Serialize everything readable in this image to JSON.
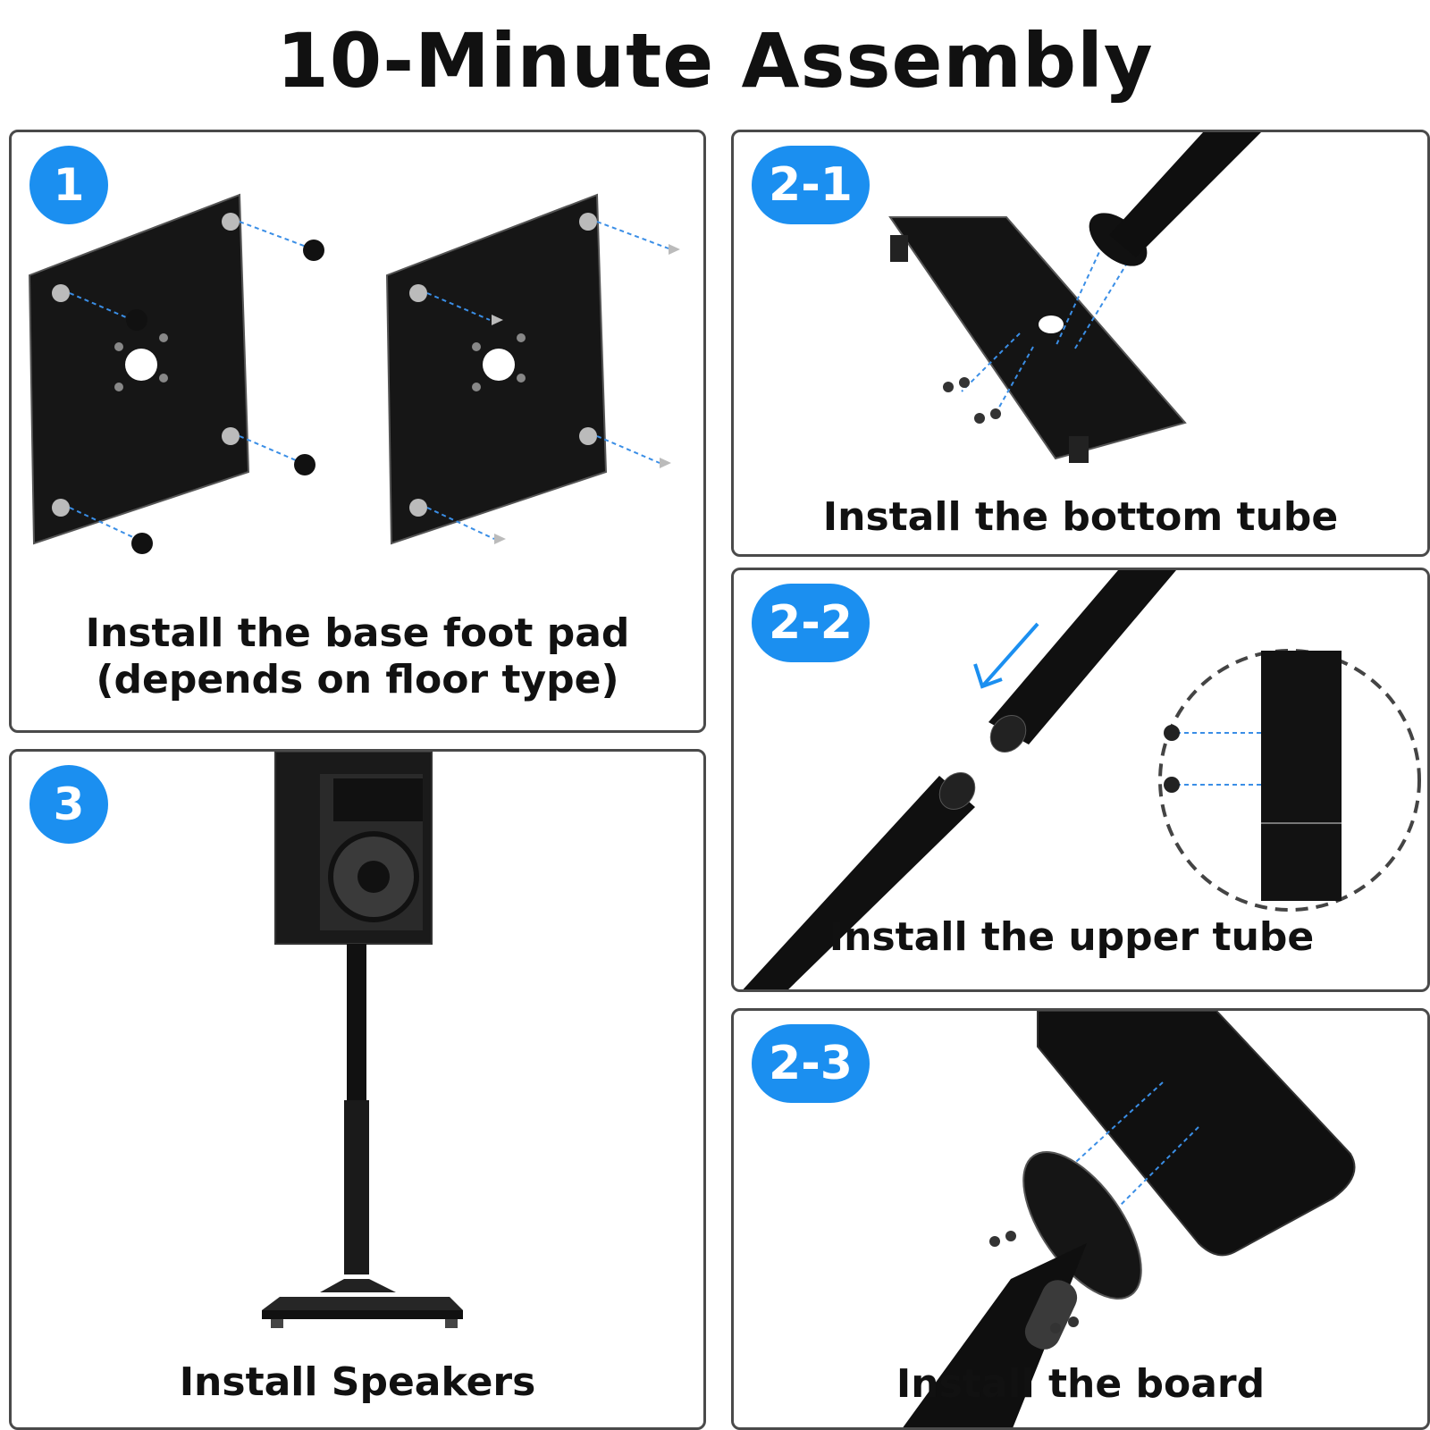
{
  "header": {
    "title": "10-Minute Assembly"
  },
  "colors": {
    "accent": "#1b8ff0",
    "border": "#4a4a4a",
    "metal": "#111111",
    "guide": "#3a8ee6"
  },
  "steps": [
    {
      "badge": "1",
      "caption_line1": "Install the base foot pad",
      "caption_line2": "(depends on floor type)",
      "icon": "base-plate-icon"
    },
    {
      "badge": "2-1",
      "caption": "Install the bottom tube",
      "icon": "bottom-tube-icon"
    },
    {
      "badge": "2-2",
      "caption": "Install the upper tube",
      "icon": "upper-tube-icon"
    },
    {
      "badge": "3",
      "caption": "Install Speakers",
      "icon": "speaker-stand-icon"
    },
    {
      "badge": "2-3",
      "caption": "Install the board",
      "icon": "top-board-icon"
    }
  ]
}
